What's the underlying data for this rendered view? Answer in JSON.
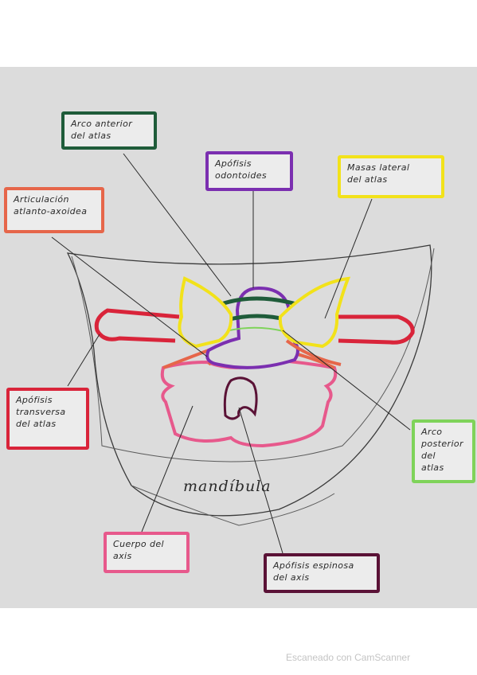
{
  "labels": {
    "arco_anterior": "Arco anterior\ndel atlas",
    "apofisis_odontoides": "Apófisis\nodontoides",
    "masas_laterales": "Masas lateral\ndel atlas",
    "articulacion": "Articulación\natlanto-axoidea",
    "apofisis_transversa": "Apófisis\ntransversa\ndel atlas",
    "arco_posterior": "Arco\nposterior\ndel\natlas",
    "cuerpo_axis": "Cuerpo del\naxis",
    "apofisis_espinosa": "Apófisis espinosa\ndel axis"
  },
  "mandible_label": "mandíbula",
  "footer": "Escaneado con CamScanner",
  "colors": {
    "green": "#1f5c3a",
    "purple": "#7b2fb0",
    "yellow": "#f2e21a",
    "orange": "#e6664a",
    "red": "#d9243a",
    "lime": "#7fd35a",
    "pink": "#e7598c",
    "maroon": "#5a1236"
  }
}
